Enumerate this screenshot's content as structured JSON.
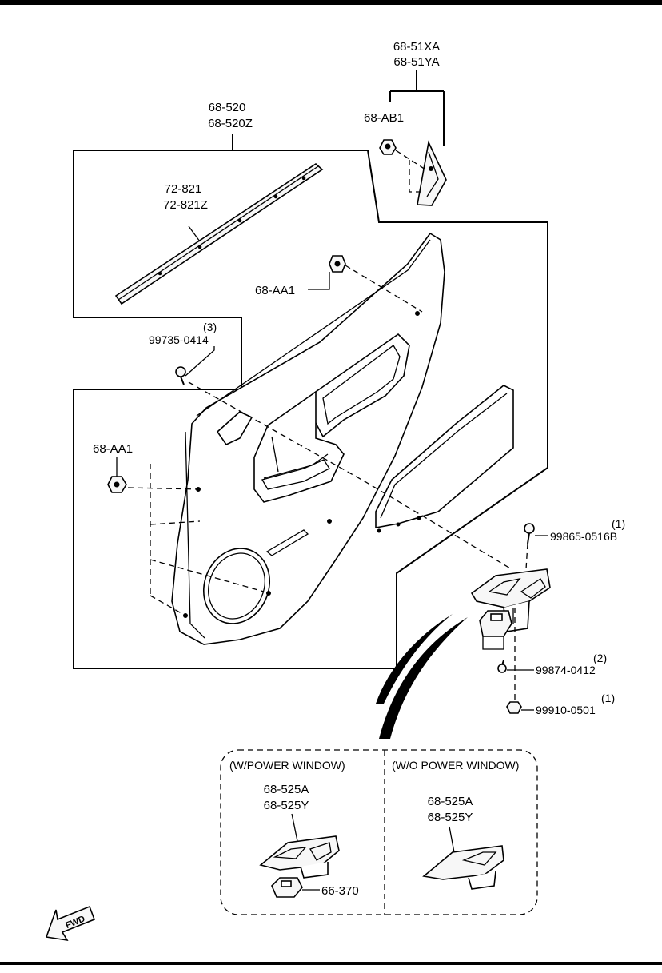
{
  "labels": {
    "door_trim": [
      "68-520",
      "68-520Z"
    ],
    "weatherstrip": [
      "72-821",
      "72-821Z"
    ],
    "garnish": [
      "68-51XA",
      "68-51YA"
    ],
    "garnish_clip": "68-AB1",
    "clip_upper": "68-AA1",
    "clip_lower": "68-AA1",
    "screw_left": {
      "part": "99735-0414",
      "qty": "(3)"
    },
    "screw_switch": {
      "part": "99865-0516B",
      "qty": "(1)"
    },
    "screw_panel": {
      "part": "99874-0412",
      "qty": "(2)"
    },
    "clip_bottom": {
      "part": "99910-0501",
      "qty": "(1)"
    }
  },
  "variants": {
    "with_power_window": {
      "title": "(W/POWER WINDOW)",
      "panel_parts": [
        "68-525A",
        "68-525Y"
      ],
      "switch_part": "66-370"
    },
    "without_power_window": {
      "title": "(W/O POWER WINDOW)",
      "panel_parts": [
        "68-525A",
        "68-525Y"
      ]
    }
  },
  "direction_marker": "FWD",
  "icons": [
    "fwd-arrow-icon",
    "clip-icon",
    "screw-icon"
  ]
}
